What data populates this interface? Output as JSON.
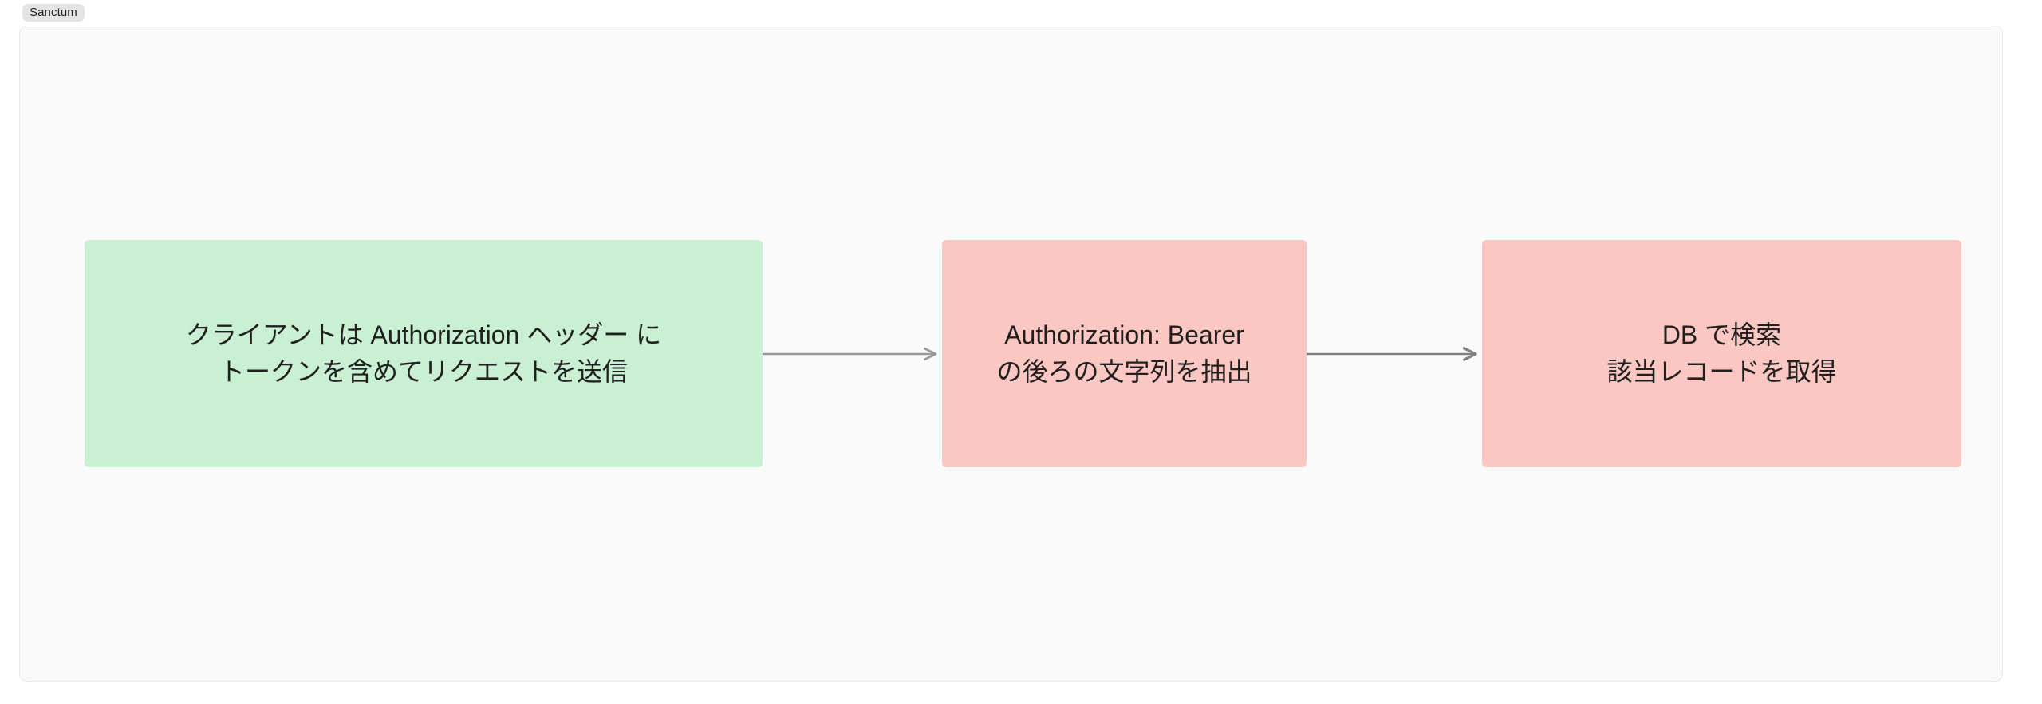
{
  "badge": {
    "label": "Sanctum"
  },
  "diagram": {
    "type": "flowchart",
    "direction": "left-to-right",
    "background": "#fafafa",
    "border_color": "#e9e9e9",
    "nodes": [
      {
        "id": "node-1",
        "line1": "クライアントは Authorization ヘッダー に",
        "line2": "トークンを含めてリクエストを送信",
        "fill": "#c9f0d3",
        "text_color": "#20201f"
      },
      {
        "id": "node-2",
        "line1": "Authorization: Bearer",
        "line2": "の後ろの文字列を抽出",
        "fill": "#fbc7c2",
        "text_color": "#20201f"
      },
      {
        "id": "node-3",
        "line1": "DB で検索",
        "line2": "該当レコードを取得",
        "fill": "#fbc7c2",
        "text_color": "#20201f"
      }
    ],
    "edges": [
      {
        "id": "edge-1",
        "from": "node-1",
        "to": "node-2",
        "color": "#999999",
        "arrowhead": "open"
      },
      {
        "id": "edge-2",
        "from": "node-2",
        "to": "node-3",
        "color": "#808080",
        "arrowhead": "open"
      }
    ]
  }
}
